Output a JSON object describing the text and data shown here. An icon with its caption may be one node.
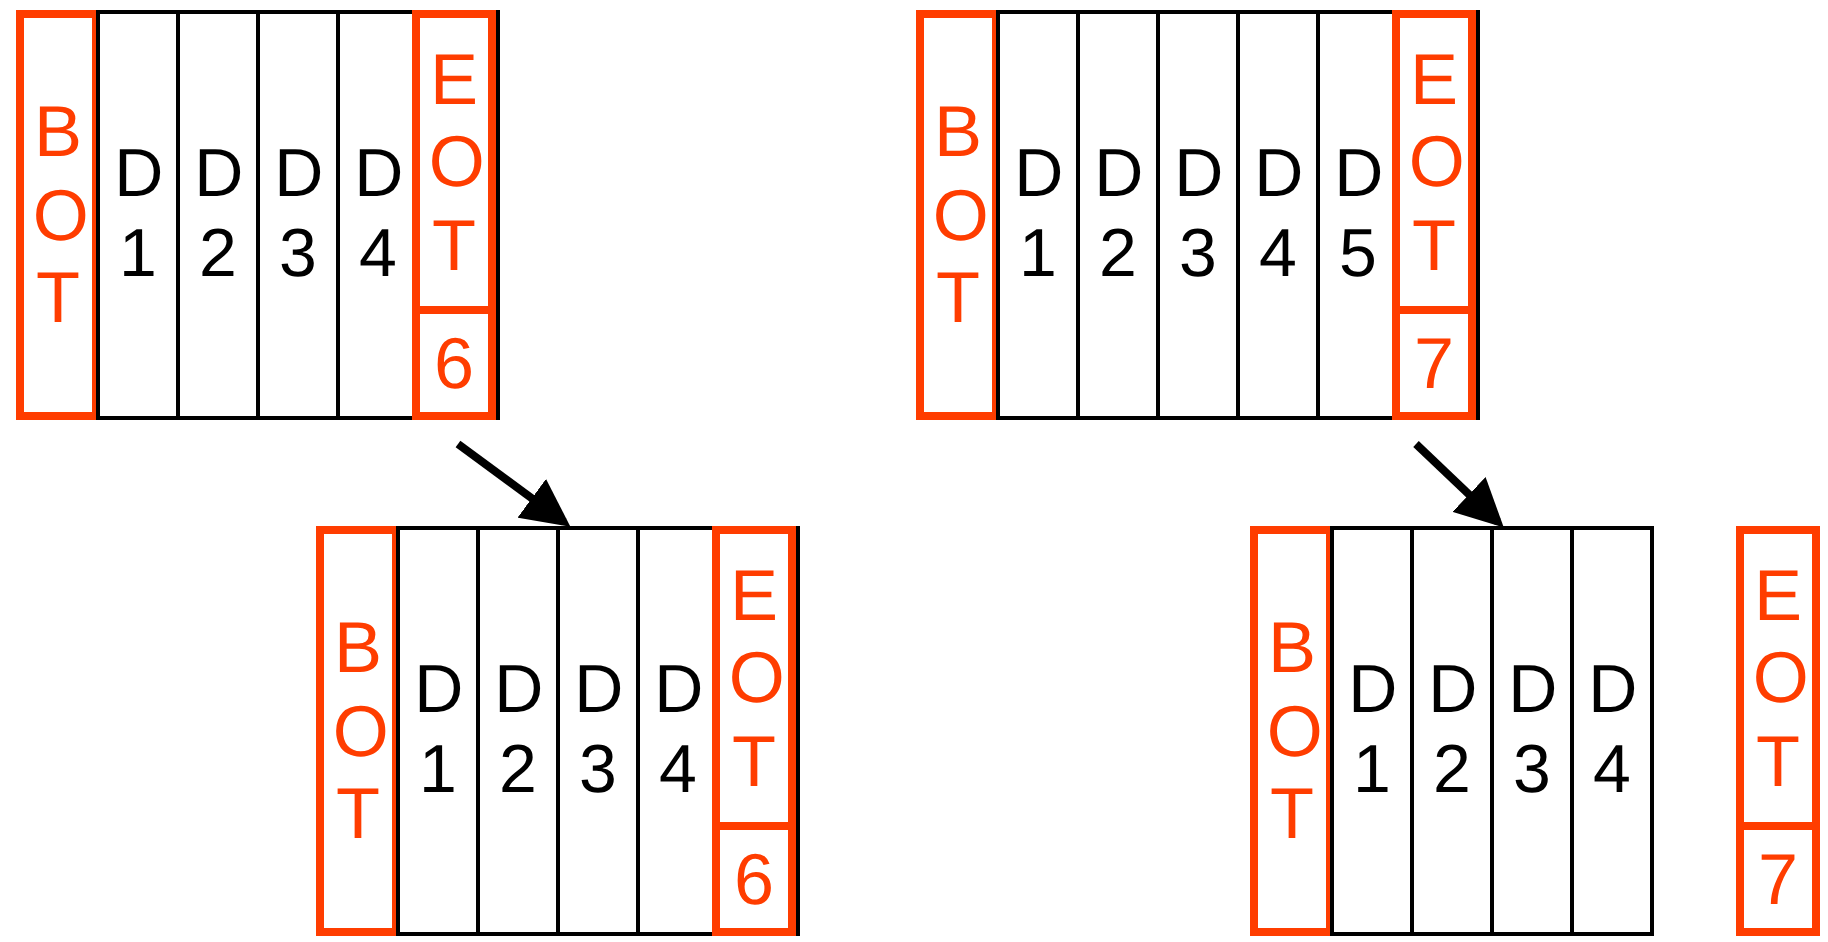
{
  "diagram": {
    "nodes": [
      {
        "text": [],
        "shape": "box"
      },
      {
        "text": [
          "BOT"
        ],
        "in": 0
      },
      {
        "text": [
          "D1"
        ],
        "in": 0
      },
      {
        "text": [
          "D2"
        ],
        "in": 0
      },
      {
        "text": [
          "D3"
        ],
        "in": 0
      },
      {
        "text": [
          "D4"
        ],
        "in": 0
      },
      {
        "text": [
          "EOT"
        ],
        "in": 0
      },
      {
        "text": [
          "6"
        ],
        "in": 0
      },
      {
        "text": [],
        "shape": "box"
      },
      {
        "text": [
          "BOT"
        ],
        "in": 8
      },
      {
        "text": [
          "D1"
        ],
        "in": 8
      },
      {
        "text": [
          "D2"
        ],
        "in": 8
      },
      {
        "text": [
          "D3"
        ],
        "in": 8
      },
      {
        "text": [
          "D4"
        ],
        "in": 8
      },
      {
        "text": [
          "D5"
        ],
        "in": 8
      },
      {
        "text": [
          "EOT"
        ],
        "in": 8
      },
      {
        "text": [
          "7"
        ],
        "in": 8
      },
      {
        "text": [],
        "shape": "box"
      },
      {
        "text": [
          "BOT"
        ],
        "in": 17
      },
      {
        "text": [
          "D1"
        ],
        "in": 17
      },
      {
        "text": [
          "D2"
        ],
        "in": 17
      },
      {
        "text": [
          "D3"
        ],
        "in": 17
      },
      {
        "text": [
          "D4"
        ],
        "in": 17
      },
      {
        "text": [
          "EOT"
        ],
        "in": 17
      },
      {
        "text": [
          "6"
        ],
        "in": 17
      },
      {
        "text": [],
        "shape": "box"
      },
      {
        "text": [
          "BOT"
        ],
        "in": 25
      },
      {
        "text": [
          "D1"
        ],
        "in": 25
      },
      {
        "text": [
          "D2"
        ],
        "in": 25
      },
      {
        "text": [
          "D3"
        ],
        "in": 25
      },
      {
        "text": [
          "D4"
        ],
        "in": 25
      },
      {
        "text": [
          "EOT"
        ]
      },
      {
        "text": [
          "7"
        ]
      }
    ],
    "edges": [
      {
        "from": 0,
        "to": 17,
        "arrow": "to"
      },
      {
        "from": 8,
        "to": 25,
        "arrow": "to"
      }
    ]
  }
}
